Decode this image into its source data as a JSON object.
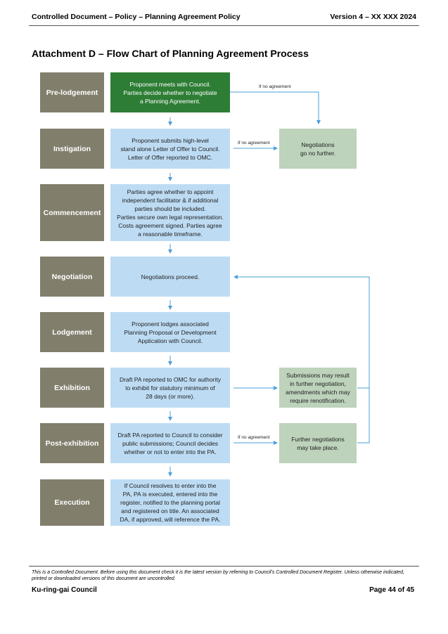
{
  "header": {
    "left": "Controlled Document – Policy – Planning Agreement Policy",
    "right": "Version 4 – XX XXX 2024"
  },
  "title": "Attachment D – Flow Chart of Planning Agreement Process",
  "stages": [
    {
      "label": "Pre-lodgement",
      "text": "Proponent meets with Council.\nParties decide whether to negotiate\na Planning Agreement."
    },
    {
      "label": "Instigation",
      "text": "Proponent submits high-level\nstand alone Letter of Offer to Council.\nLetter of Offer reported to OMC."
    },
    {
      "label": "Commencement",
      "text": "Parties agree whether to appoint\nindependent facilitator & if additional\nparties should be included.\nParties secure own legal representation.\nCosts agreement signed. Parties agree\na reasonable timeframe."
    },
    {
      "label": "Negotiation",
      "text": "Negotiations proceed."
    },
    {
      "label": "Lodgement",
      "text": "Proponent lodges associated\nPlanning Proposal or Development\nApplication with Council."
    },
    {
      "label": "Exhibition",
      "text": "Draft PA reported to OMC for authority\nto exhibit for statutory minimum of\n28 days (or more)."
    },
    {
      "label": "Post-exhibition",
      "text": "Draft PA reported to Council to consider\npublic submissions; Council decides\nwhether or not to enter into the PA."
    },
    {
      "label": "Execution",
      "text": "If Council resolves to enter into the\nPA, PA is executed, entered into the\nregister, notified to the planning portal\nand registered on title. An associated\nDA, if approved, will reference the PA."
    }
  ],
  "side_boxes": {
    "no_further": "Negotiations\ngo no further.",
    "submissions": "Submissions may result\nin further negotiation,\namendments which may\nrequire renotification.",
    "further_negotiations": "Further negotiations\nmay take place."
  },
  "arrow_labels": {
    "pre_lodgement": "If no agreement",
    "instigation": "If no agreement",
    "post_exhibition": "If no agreement"
  },
  "colors": {
    "stage": "#827e6c",
    "box": "#bddcf4",
    "green": "#2e7d35",
    "side": "#bdd3bb",
    "arrow": "#4a9fd8"
  },
  "footer": {
    "disclaimer": "This is a Controlled Document.  Before using this document check it is the latest version by referring to Council’s Controlled Document Register.  Unless otherwise indicated, printed or downloaded versions of this document are uncontrolled.",
    "org": "Ku-ring-gai Council",
    "page": "Page 44 of 45"
  }
}
